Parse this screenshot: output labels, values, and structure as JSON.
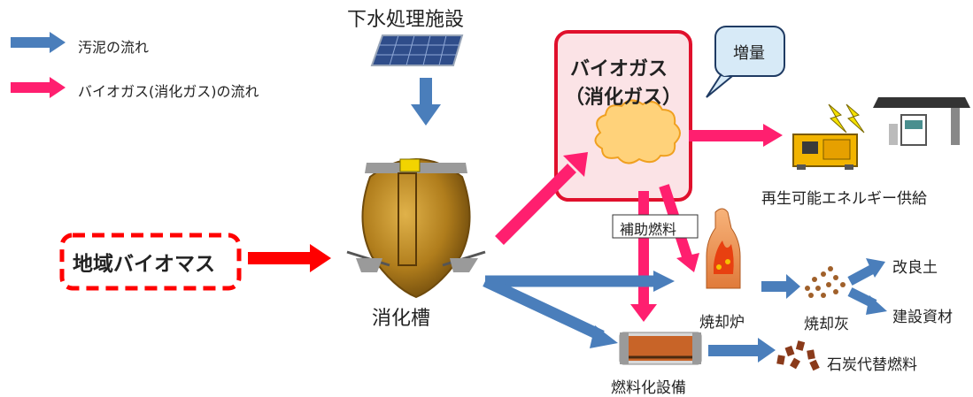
{
  "legend": {
    "sludge_flow": "汚泥の流れ",
    "biogas_flow": "バイオガス(消化ガス)の流れ"
  },
  "colors": {
    "sludge": "#4a7ebb",
    "biogas": "#ff1f6f",
    "local_biomass_border": "#ff0000",
    "biogas_box_border": "#e0102c",
    "biogas_box_fill": "#fbe3e6"
  },
  "nodes": {
    "sewage_plant": "下水処理施設",
    "digester": "消化槽",
    "local_biomass": "地域バイオマス",
    "biogas_title_1": "バイオガス",
    "biogas_title_2": "（消化ガス）",
    "increase_callout": "増量",
    "renewable_supply": "再生可能エネルギー供給",
    "aux_fuel": "補助燃料",
    "incinerator": "焼却炉",
    "incineration_ash": "焼却灰",
    "soil_improvement": "改良土",
    "construction_material": "建設資材",
    "fuel_facility": "燃料化設備",
    "coal_substitute": "石炭代替燃料"
  }
}
